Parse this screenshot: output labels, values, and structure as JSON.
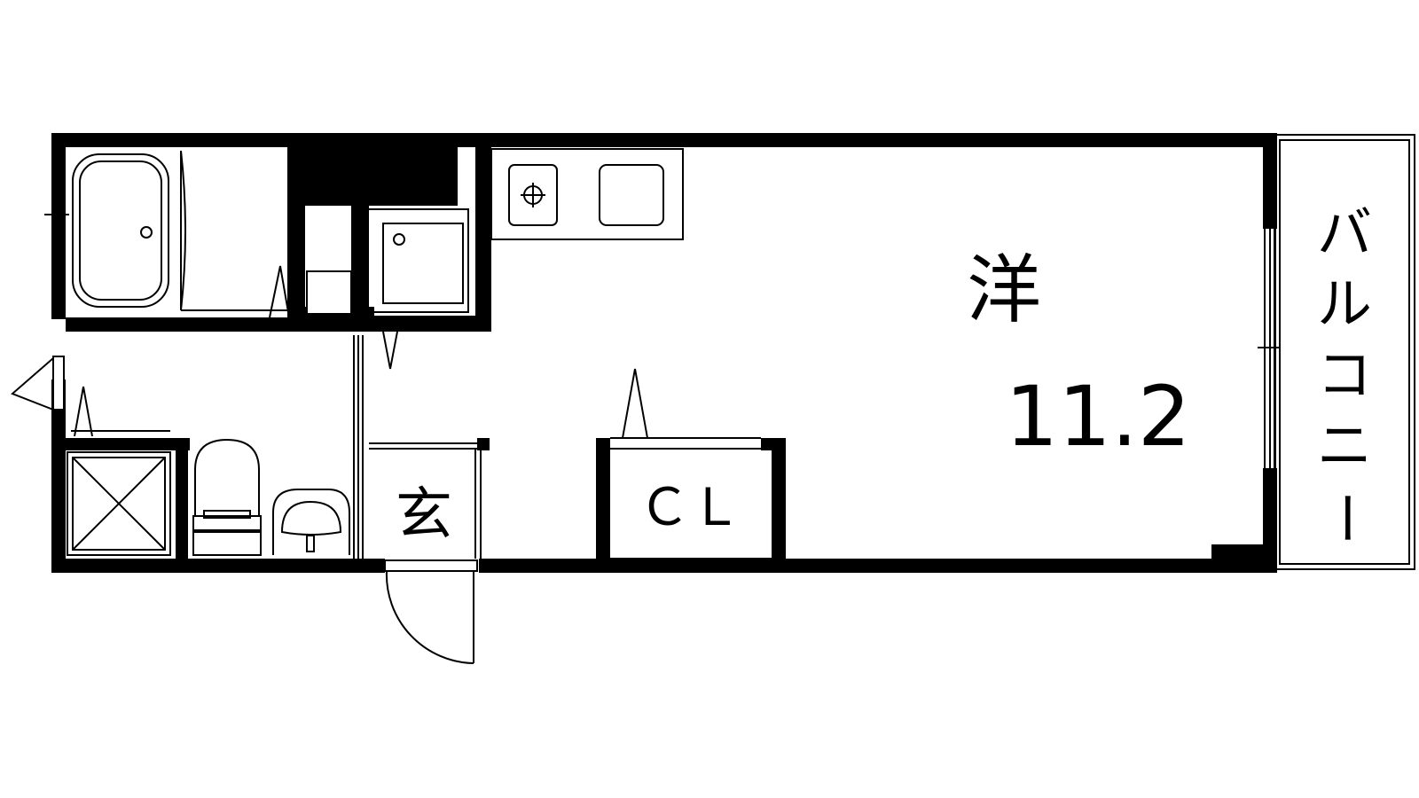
{
  "floorplan": {
    "room_label": "洋",
    "room_size": "11.2",
    "closet_label": "ＣＬ",
    "entrance_label": "玄",
    "balcony_label": [
      "バ",
      "ル",
      "コ",
      "ニ",
      "ー"
    ]
  },
  "colors": {
    "wall": "#000000",
    "background": "#ffffff",
    "line": "#000000"
  }
}
